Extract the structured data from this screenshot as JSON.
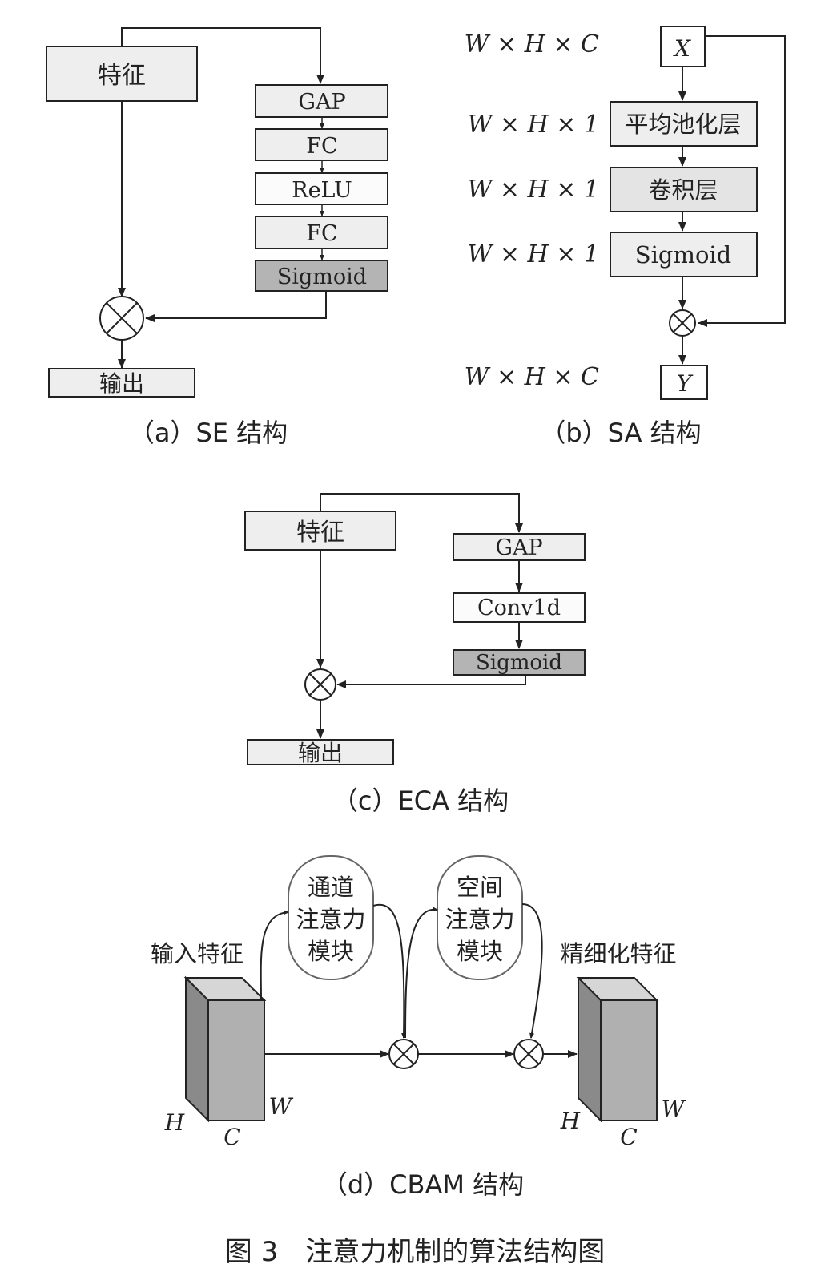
{
  "panel_a": {
    "feature": "特征",
    "gap": "GAP",
    "fc1": "FC",
    "relu": "ReLU",
    "fc2": "FC",
    "sigmoid": "Sigmoid",
    "output": "输出",
    "caption": "（a）SE 结构"
  },
  "panel_b": {
    "x": "X",
    "y": "Y",
    "dim_in": "W × H × C",
    "dim1": "W × H × 1",
    "dim2": "W × H × 1",
    "dim3": "W × H × 1",
    "dim_out": "W × H × C",
    "pool": "平均池化层",
    "conv": "卷积层",
    "sigmoid": "Sigmoid",
    "caption": "（b）SA 结构"
  },
  "panel_c": {
    "feature": "特征",
    "gap": "GAP",
    "conv1d": "Conv1d",
    "sigmoid": "Sigmoid",
    "output": "输出",
    "caption": "（c）ECA 结构"
  },
  "panel_d": {
    "input_label": "输入特征",
    "channel_line1": "通道",
    "channel_line2": "注意力",
    "channel_line3": "模块",
    "spatial_line1": "空间",
    "spatial_line2": "注意力",
    "spatial_line3": "模块",
    "refined_label": "精细化特征",
    "h1": "H",
    "c1": "C",
    "w1": "W",
    "h2": "H",
    "c2": "C",
    "w2": "W",
    "caption": "（d）CBAM 结构"
  },
  "figure_title": "图 3　注意力机制的算法结构图",
  "colors": {
    "line": "#222222",
    "box_light": "#eeeeee",
    "box_white": "#fbfbfb",
    "box_dark": "#b4b4b4",
    "cube_front": "#b0b0b0",
    "cube_side": "#8a8a8a",
    "cube_top": "#d6d6d6"
  }
}
